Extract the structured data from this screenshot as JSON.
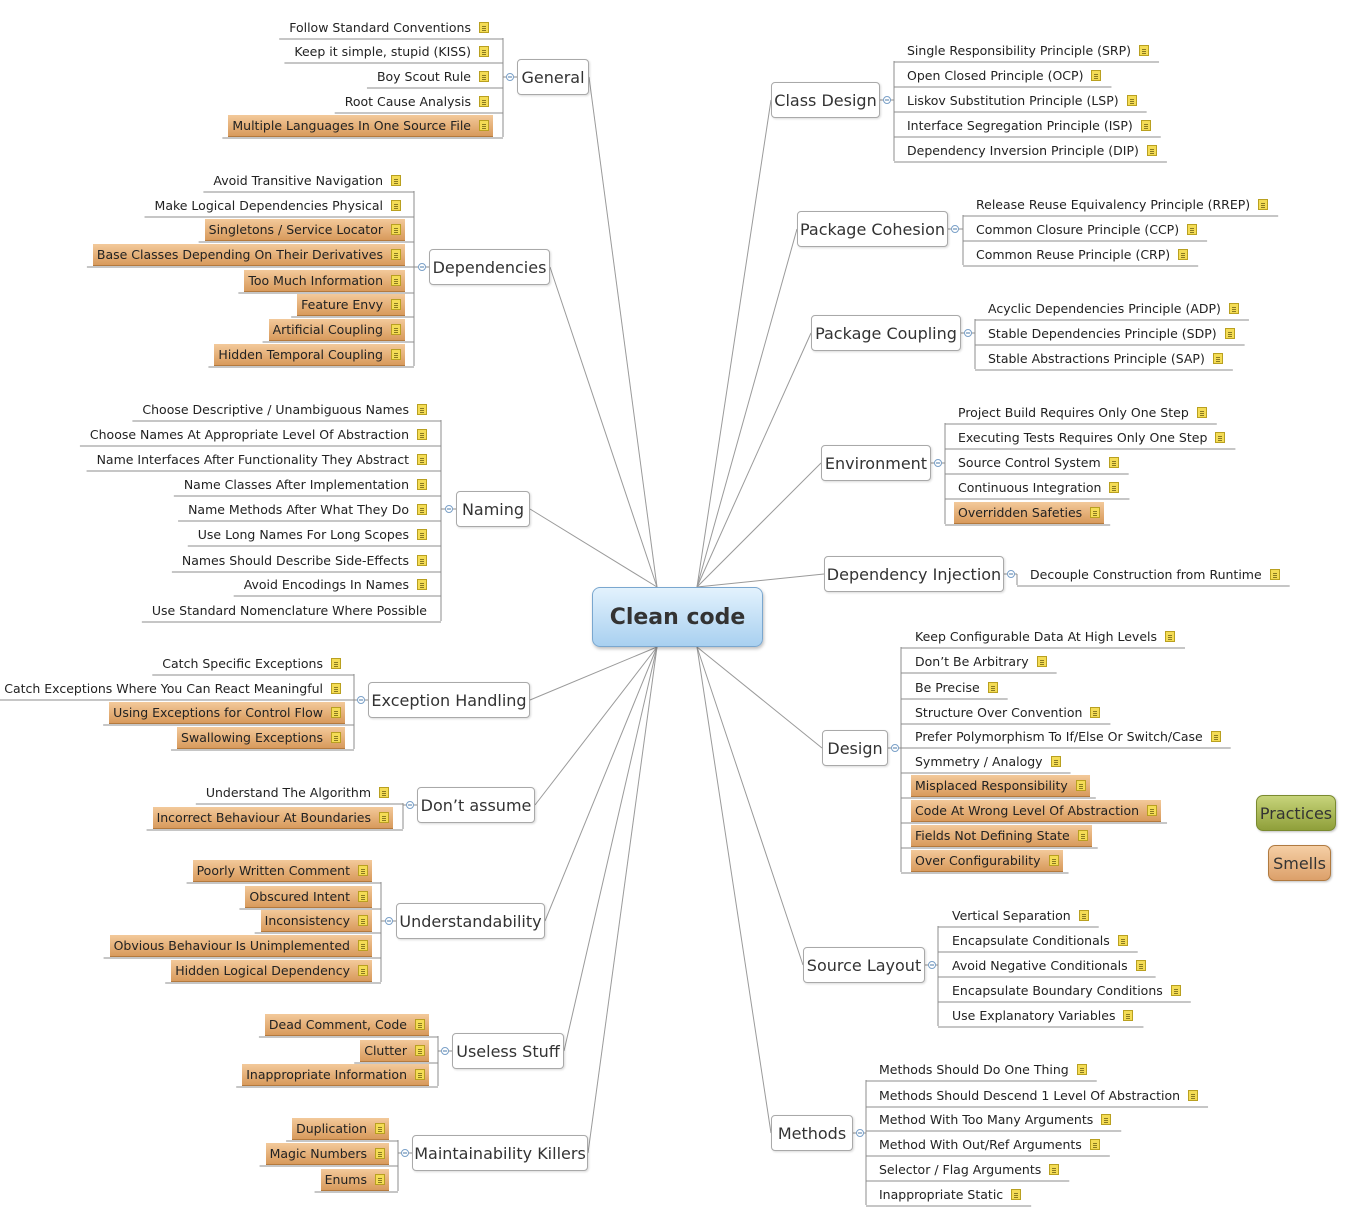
{
  "central_topic": "Clean code",
  "legend": {
    "practices": "Practices",
    "smells": "Smells",
    "practices_color": "#9fb04a",
    "smells_color": "#e8a86c"
  },
  "left_branches": [
    {
      "id": "general",
      "label": "General",
      "items": [
        {
          "label": "Follow Standard Conventions",
          "kind": "practice"
        },
        {
          "label": "Keep it simple, stupid (KISS)",
          "kind": "practice"
        },
        {
          "label": "Boy Scout Rule",
          "kind": "practice"
        },
        {
          "label": "Root Cause Analysis",
          "kind": "practice"
        },
        {
          "label": "Multiple Languages In One Source File",
          "kind": "smell"
        }
      ]
    },
    {
      "id": "dependencies",
      "label": "Dependencies",
      "items": [
        {
          "label": "Avoid Transitive Navigation",
          "kind": "practice"
        },
        {
          "label": "Make Logical Dependencies Physical",
          "kind": "practice"
        },
        {
          "label": "Singletons / Service Locator",
          "kind": "smell"
        },
        {
          "label": "Base Classes Depending On Their Derivatives",
          "kind": "smell"
        },
        {
          "label": "Too Much Information",
          "kind": "smell"
        },
        {
          "label": "Feature Envy",
          "kind": "smell"
        },
        {
          "label": "Artificial Coupling",
          "kind": "smell"
        },
        {
          "label": "Hidden Temporal Coupling",
          "kind": "smell"
        }
      ]
    },
    {
      "id": "naming",
      "label": "Naming",
      "items": [
        {
          "label": "Choose Descriptive / Unambiguous Names",
          "kind": "practice"
        },
        {
          "label": "Choose Names At Appropriate Level Of Abstraction",
          "kind": "practice"
        },
        {
          "label": "Name Interfaces After Functionality They Abstract",
          "kind": "practice"
        },
        {
          "label": "Name Classes After Implementation",
          "kind": "practice"
        },
        {
          "label": "Name Methods After What They Do",
          "kind": "practice"
        },
        {
          "label": "Use Long Names For Long Scopes",
          "kind": "practice"
        },
        {
          "label": "Names Should Describe Side-Effects",
          "kind": "practice"
        },
        {
          "label": "Avoid Encodings In Names",
          "kind": "practice"
        },
        {
          "label": "Use Standard Nomenclature Where Possible",
          "kind": "plain"
        }
      ]
    },
    {
      "id": "exception-handling",
      "label": "Exception Handling",
      "items": [
        {
          "label": "Catch Specific Exceptions",
          "kind": "practice"
        },
        {
          "label": "Catch Exceptions Where You Can React Meaningful",
          "kind": "practice"
        },
        {
          "label": "Using Exceptions for Control Flow",
          "kind": "smell"
        },
        {
          "label": "Swallowing Exceptions",
          "kind": "smell"
        }
      ]
    },
    {
      "id": "dont-assume",
      "label": "Don’t assume",
      "items": [
        {
          "label": "Understand The Algorithm",
          "kind": "practice"
        },
        {
          "label": "Incorrect Behaviour At Boundaries",
          "kind": "smell"
        }
      ]
    },
    {
      "id": "understandability",
      "label": "Understandability",
      "items": [
        {
          "label": "Poorly Written Comment",
          "kind": "smell"
        },
        {
          "label": "Obscured Intent",
          "kind": "smell"
        },
        {
          "label": "Inconsistency",
          "kind": "smell"
        },
        {
          "label": "Obvious Behaviour Is Unimplemented",
          "kind": "smell"
        },
        {
          "label": "Hidden Logical Dependency",
          "kind": "smell"
        }
      ]
    },
    {
      "id": "useless-stuff",
      "label": "Useless Stuff",
      "items": [
        {
          "label": "Dead Comment, Code",
          "kind": "smell"
        },
        {
          "label": "Clutter",
          "kind": "smell"
        },
        {
          "label": "Inappropriate Information",
          "kind": "smell"
        }
      ]
    },
    {
      "id": "maintainability-killers",
      "label": "Maintainability Killers",
      "items": [
        {
          "label": "Duplication",
          "kind": "smell"
        },
        {
          "label": "Magic Numbers",
          "kind": "smell"
        },
        {
          "label": "Enums",
          "kind": "smell"
        }
      ]
    }
  ],
  "right_branches": [
    {
      "id": "class-design",
      "label": "Class Design",
      "items": [
        {
          "label": "Single Responsibility Principle (SRP)",
          "kind": "practice"
        },
        {
          "label": "Open Closed Principle (OCP)",
          "kind": "practice"
        },
        {
          "label": "Liskov Substitution Principle (LSP)",
          "kind": "practice"
        },
        {
          "label": "Interface Segregation Principle (ISP)",
          "kind": "practice"
        },
        {
          "label": "Dependency Inversion Principle (DIP)",
          "kind": "practice"
        }
      ]
    },
    {
      "id": "package-cohesion",
      "label": "Package Cohesion",
      "items": [
        {
          "label": "Release Reuse Equivalency Principle (RREP)",
          "kind": "practice"
        },
        {
          "label": "Common Closure Principle (CCP)",
          "kind": "practice"
        },
        {
          "label": "Common Reuse Principle (CRP)",
          "kind": "practice"
        }
      ]
    },
    {
      "id": "package-coupling",
      "label": "Package Coupling",
      "items": [
        {
          "label": "Acyclic Dependencies Principle (ADP)",
          "kind": "practice"
        },
        {
          "label": "Stable Dependencies Principle (SDP)",
          "kind": "practice"
        },
        {
          "label": "Stable Abstractions Principle (SAP)",
          "kind": "practice"
        }
      ]
    },
    {
      "id": "environment",
      "label": "Environment",
      "items": [
        {
          "label": "Project Build Requires Only One Step",
          "kind": "practice"
        },
        {
          "label": "Executing Tests Requires Only One Step",
          "kind": "practice"
        },
        {
          "label": "Source Control System",
          "kind": "practice"
        },
        {
          "label": "Continuous Integration",
          "kind": "practice"
        },
        {
          "label": "Overridden Safeties",
          "kind": "smell"
        }
      ]
    },
    {
      "id": "dependency-injection",
      "label": "Dependency Injection",
      "items": [
        {
          "label": "Decouple Construction from Runtime",
          "kind": "practice"
        }
      ]
    },
    {
      "id": "design",
      "label": "Design",
      "items": [
        {
          "label": "Keep Configurable Data At High Levels",
          "kind": "practice"
        },
        {
          "label": "Don’t Be Arbitrary",
          "kind": "practice"
        },
        {
          "label": "Be Precise",
          "kind": "practice"
        },
        {
          "label": "Structure Over Convention",
          "kind": "practice"
        },
        {
          "label": "Prefer Polymorphism To If/Else Or Switch/Case",
          "kind": "practice"
        },
        {
          "label": "Symmetry / Analogy",
          "kind": "practice"
        },
        {
          "label": "Misplaced Responsibility",
          "kind": "smell"
        },
        {
          "label": "Code At Wrong Level Of Abstraction",
          "kind": "smell"
        },
        {
          "label": "Fields Not Defining State",
          "kind": "smell"
        },
        {
          "label": "Over Configurability",
          "kind": "smell"
        }
      ]
    },
    {
      "id": "source-layout",
      "label": "Source Layout",
      "items": [
        {
          "label": "Vertical Separation",
          "kind": "practice"
        },
        {
          "label": "Encapsulate Conditionals",
          "kind": "practice"
        },
        {
          "label": "Avoid Negative Conditionals",
          "kind": "practice"
        },
        {
          "label": "Encapsulate Boundary Conditions",
          "kind": "practice"
        },
        {
          "label": "Use Explanatory Variables",
          "kind": "practice"
        }
      ]
    },
    {
      "id": "methods",
      "label": "Methods",
      "items": [
        {
          "label": "Methods Should Do One Thing",
          "kind": "practice"
        },
        {
          "label": "Methods Should Descend 1 Level Of Abstraction",
          "kind": "practice"
        },
        {
          "label": "Method With Too Many Arguments",
          "kind": "practice"
        },
        {
          "label": "Method With Out/Ref Arguments",
          "kind": "practice"
        },
        {
          "label": "Selector / Flag Arguments",
          "kind": "practice"
        },
        {
          "label": "Inappropriate Static",
          "kind": "practice"
        }
      ]
    }
  ]
}
